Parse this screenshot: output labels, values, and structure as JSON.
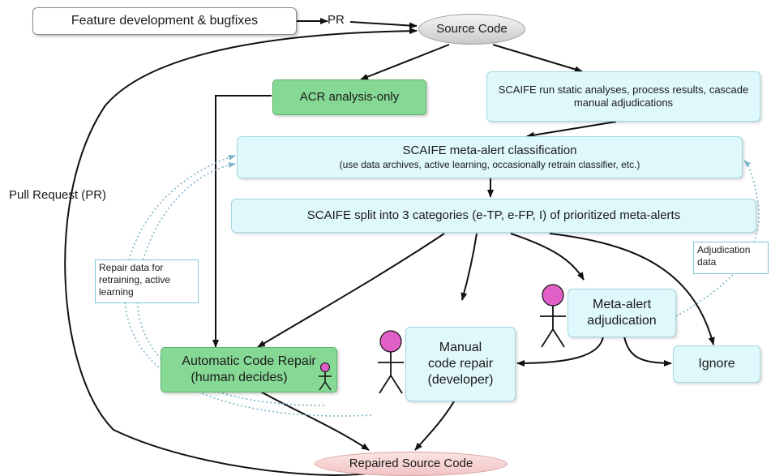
{
  "nodes": {
    "feature_dev": "Feature development & bugfixes",
    "source_code": "Source Code",
    "acr_only": "ACR analysis-only",
    "scaife_run": "SCAIFE run static analyses, process results, cascade manual adjudications",
    "classification_title": "SCAIFE meta-alert classification",
    "classification_sub": "(use data archives, active learning, occasionally retrain classifier, etc.)",
    "split": "SCAIFE split into 3 categories (e-TP, e-FP, I) of prioritized meta-alerts",
    "acr_line1": "Automatic Code Repair",
    "acr_line2": "(human decides)",
    "manual_line1": "Manual",
    "manual_line2": "code repair",
    "manual_line3": "(developer)",
    "adjud_line1": "Meta-alert",
    "adjud_line2": "adjudication",
    "ignore": "Ignore",
    "repaired": "Repaired Source Code"
  },
  "labels": {
    "pr": "PR",
    "pull_request": "Pull Request (PR)",
    "repair_data": "Repair data for retraining, active learning",
    "adjudication_data": "Adjudication data"
  },
  "colors": {
    "green": "#86d994",
    "cyan": "#dff8fb",
    "pink_figure": "#e060c8",
    "dotted_arrow": "#7fb6c9"
  }
}
